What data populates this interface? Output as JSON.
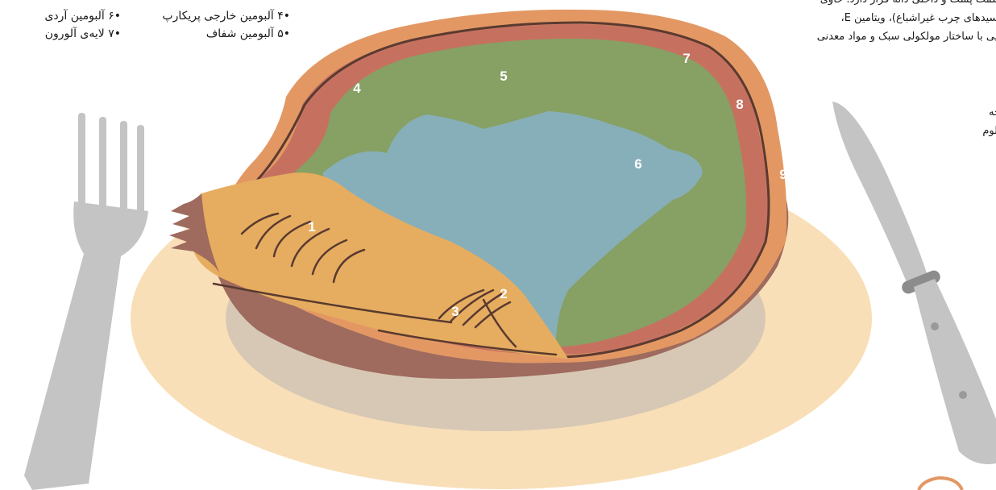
{
  "legend_left": [
    {
      "label": "•۶ آلبومین آردی"
    },
    {
      "label": "•۷ لایه‌ی آلورون"
    }
  ],
  "legend_middle": [
    {
      "label": "•۴ آلبومین خارجی پریکارپ"
    },
    {
      "label": "•۵ آلبومین شفاف"
    }
  ],
  "description": {
    "line1": "سمت پشت و داخلی دانه قرار دارد. حاوی",
    "line2": "اسیدهای چرب غیراشباع)، ویتامین E،",
    "line3": "ایی با ساختار مولکولی سبک و مواد معدنی"
  },
  "side_note": {
    "line1": "چه",
    "line2": "تلوم"
  },
  "markers": [
    "1",
    "2",
    "3",
    "4",
    "5",
    "6",
    "7",
    "8",
    "9"
  ],
  "colors": {
    "plate": "#f9dfb7",
    "plate_shadow": "#d7c8b5",
    "shell_outer": "#e39864",
    "shell_dark": "#9e6b5e",
    "inner_red": "#c67160",
    "green": "#87a063",
    "blue": "#87afb9",
    "germ": "#e6ad60",
    "line": "#5a3a30",
    "cutlery": "#c4c4c4",
    "handle": "#8c8c8c"
  }
}
